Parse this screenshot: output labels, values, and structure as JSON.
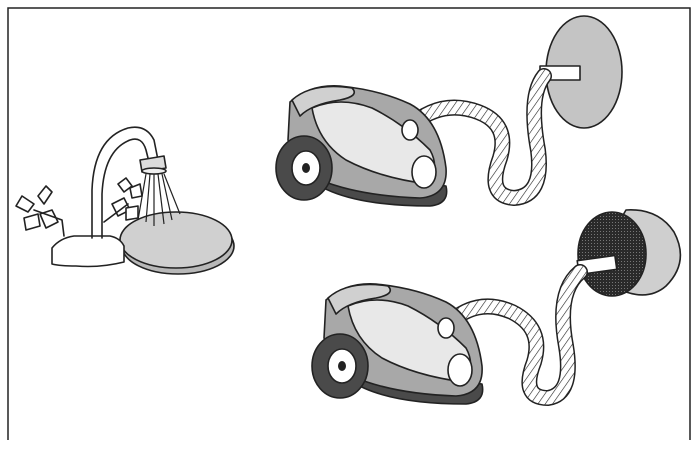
{
  "figure": {
    "panels": [
      {
        "name": "tap-rinsing-filter",
        "icon": "water-tap-icon"
      },
      {
        "name": "vacuum-cleaning-disc-filter",
        "icon": "vacuum-cleaner-icon"
      },
      {
        "name": "vacuum-cleaning-cylinder-filter",
        "icon": "vacuum-cleaner-icon"
      }
    ]
  },
  "colors": {
    "line": "#222222",
    "background": "#ffffff",
    "light_gray": "#d0d0d0",
    "mid_gray": "#a8a8a8",
    "dark_gray": "#4a4a4a",
    "filter_disc": "#c4c4c4",
    "filter_cylinder_face": "#2a2a2a"
  }
}
